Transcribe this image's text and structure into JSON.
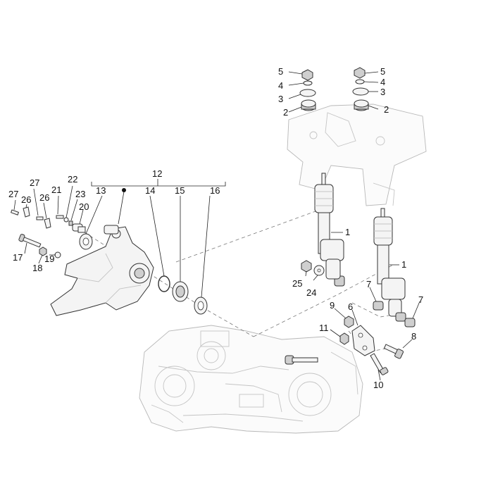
{
  "callouts": {
    "c1a": "1",
    "c1b": "1",
    "c2a": "2",
    "c2b": "2",
    "c3a": "3",
    "c3b": "3",
    "c4a": "4",
    "c4b": "4",
    "c5a": "5",
    "c5b": "5",
    "c6": "6",
    "c7a": "7",
    "c7b": "7",
    "c8": "8",
    "c9": "9",
    "c10": "10",
    "c11": "11",
    "c12": "12",
    "c13": "13",
    "c14": "14",
    "c15": "15",
    "c16": "16",
    "c17": "17",
    "c18": "18",
    "c19": "19",
    "c20": "20",
    "c21": "21",
    "c22": "22",
    "c23": "23",
    "c24": "24",
    "c25": "25",
    "c26": "26",
    "c27a": "27",
    "c27b": "27"
  }
}
